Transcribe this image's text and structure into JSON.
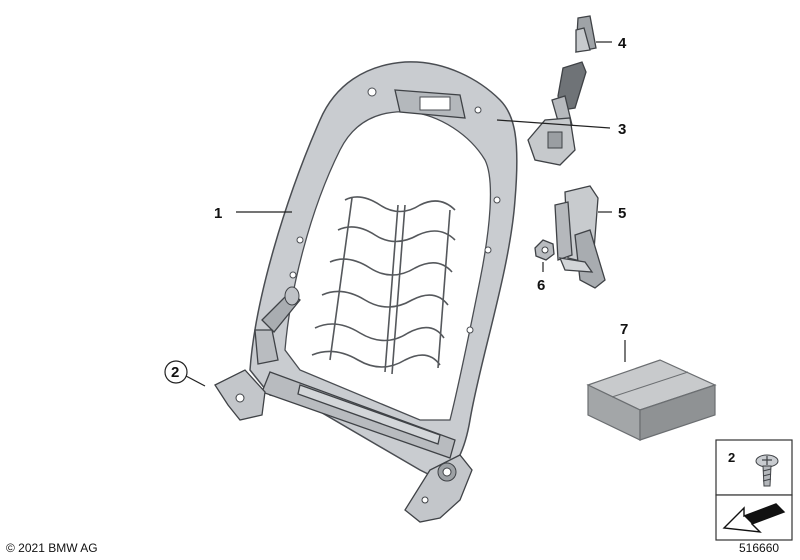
{
  "callouts": {
    "c1": "1",
    "c2": "2",
    "c3": "3",
    "c4": "4",
    "c5": "5",
    "c6": "6",
    "c7": "7"
  },
  "legend": {
    "item_number": "2"
  },
  "footer": {
    "copyright": "© 2021 BMW AG",
    "image_number": "516660"
  },
  "colors": {
    "part_fill": "#c9ccd0",
    "outline": "#4a4d52",
    "box_fill": "#9a9d9f"
  }
}
